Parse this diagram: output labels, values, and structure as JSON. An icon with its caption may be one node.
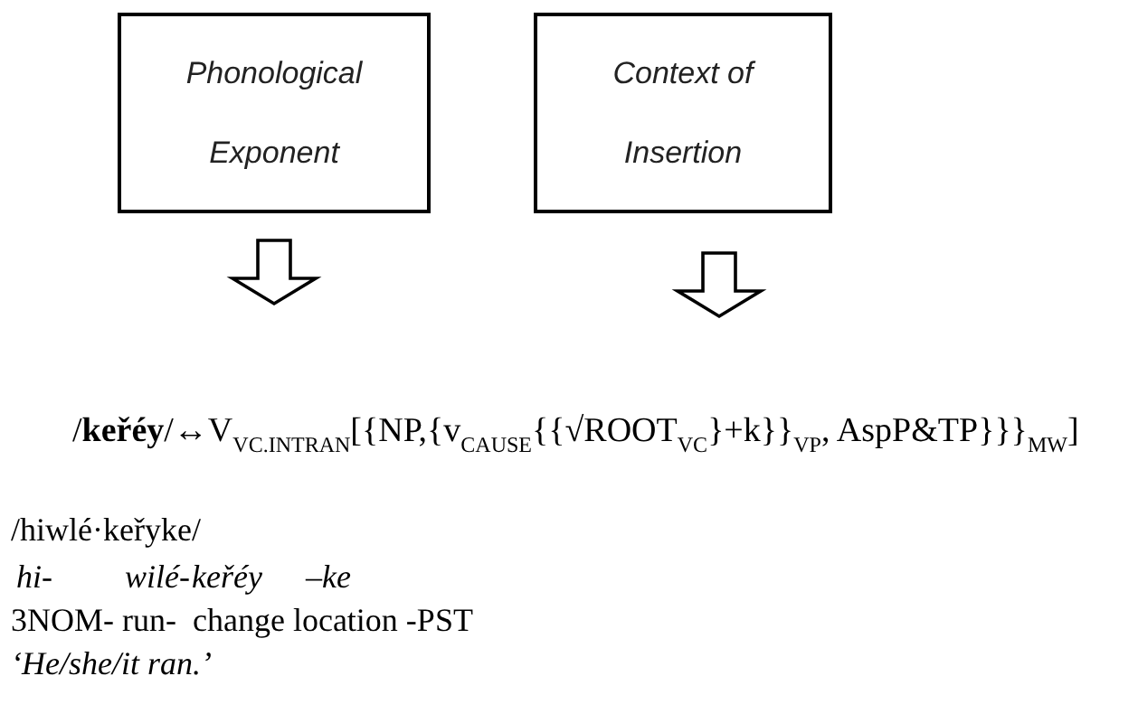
{
  "diagram": {
    "nodes": [
      {
        "text": [
          "Phonological Exponent"
        ]
      },
      {
        "text": [
          "Context of Insertion"
        ]
      }
    ],
    "edges": [
      {
        "from": 0,
        "to": null,
        "arrow": "to"
      },
      {
        "from": 1,
        "to": null,
        "arrow": "to"
      }
    ],
    "labels": [
      "/**keřéy**/↔V$_{VC.INTRAN}$[{NP,{v$_{CAUSE}${{√ROOT$_{VC}$}+k}}$_{VP}$, AspP&TP}}}$_{MW}$]",
      "/hiwlé·keřyke/",
      "hi-",
      "wilé-",
      "keřéy",
      "–ke",
      "3NOM- run-  change location -PST",
      "‘He/she/it ran.’"
    ]
  }
}
